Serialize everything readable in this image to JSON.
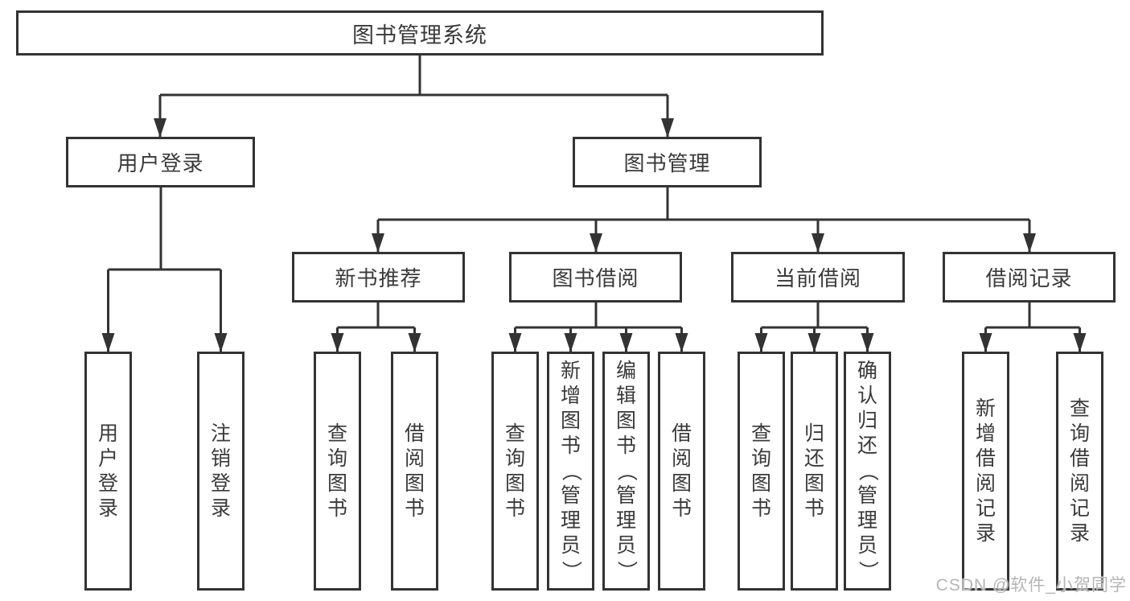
{
  "diagram": {
    "root": {
      "label": "图书管理系统"
    },
    "branches": [
      {
        "label": "用户登录",
        "children": [
          {
            "label": "用户登录"
          },
          {
            "label": "注销登录"
          }
        ]
      },
      {
        "label": "图书管理",
        "sections": [
          {
            "label": "新书推荐",
            "children": [
              {
                "label": "查询图书"
              },
              {
                "label": "借阅图书"
              }
            ]
          },
          {
            "label": "图书借阅",
            "children": [
              {
                "label": "查询图书"
              },
              {
                "label": "新增图书（管理员）"
              },
              {
                "label": "编辑图书（管理员）"
              },
              {
                "label": "借阅图书"
              }
            ]
          },
          {
            "label": "当前借阅",
            "children": [
              {
                "label": "查询图书"
              },
              {
                "label": "归还图书"
              },
              {
                "label": "确认归还（管理员）"
              }
            ]
          },
          {
            "label": "借阅记录",
            "children": [
              {
                "label": "新增借阅记录"
              },
              {
                "label": "查询借阅记录"
              }
            ]
          }
        ]
      }
    ]
  },
  "watermark": {
    "text": "CSDN @软件_小贺同学"
  },
  "colors": {
    "line": "#333333",
    "text": "#3a3a3a",
    "background": "#ffffff",
    "watermark": "#b5b5b5"
  }
}
